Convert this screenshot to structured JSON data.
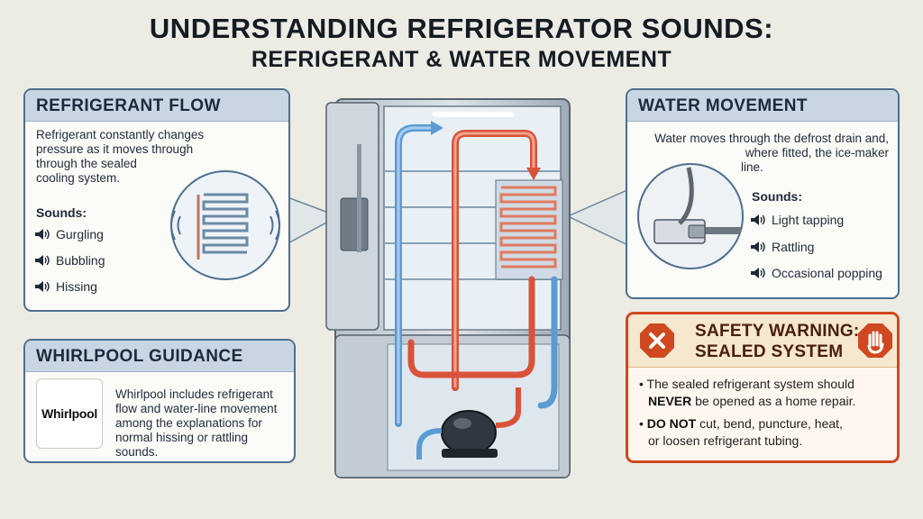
{
  "title": {
    "line1": "UNDERSTANDING REFRIGERATOR SOUNDS:",
    "line2": "REFRIGERANT & WATER MOVEMENT"
  },
  "refrigerant": {
    "heading": "REFRIGERANT FLOW",
    "desc": [
      "Refrigerant constantly changes",
      "pressure as it moves through",
      "through the sealed",
      "cooling system."
    ],
    "sounds_heading": "Sounds:",
    "sounds": [
      "Gurgling",
      "Bubbling",
      "Hissing"
    ]
  },
  "water": {
    "heading": "WATER MOVEMENT",
    "desc": [
      "Water moves through the defrost drain and,",
      "where fitted, the ice-maker",
      "line."
    ],
    "sounds_heading": "Sounds:",
    "sounds": [
      "Light tapping",
      "Rattling",
      "Occasional popping"
    ]
  },
  "whirlpool": {
    "heading": "WHIRLPOOL GUIDANCE",
    "logo_text": "Whirlpool",
    "desc": [
      "Whirlpool includes refrigerant",
      "flow and water-line movement",
      "among the explanations for",
      "normal hissing or rattling sounds."
    ]
  },
  "warning": {
    "heading_line1": "SAFETY WARNING:",
    "heading_line2": "SEALED SYSTEM",
    "b1_pre": "The sealed refrigerant system should",
    "b1_strong": "NEVER",
    "b1_post": "be opened as a home repair.",
    "b2_strong": "DO NOT",
    "b2_post": "cut, bend, puncture, heat,",
    "b2_line2": "or loosen refrigerant tubing."
  },
  "colors": {
    "hot_line": "#d9533b",
    "cold_line": "#5b9bd3",
    "accent_border": "#4d6f8e",
    "warning": "#d0481f"
  }
}
